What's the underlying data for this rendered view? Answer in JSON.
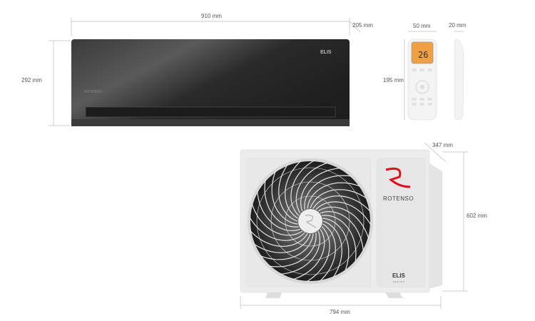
{
  "dimensions": {
    "indoor_width": "910 mm",
    "indoor_depth": "205 mm",
    "indoor_height": "292 mm",
    "remote_width": "50 mm",
    "remote_depth": "20 mm",
    "remote_height": "195 mm",
    "outdoor_depth": "347 mm",
    "outdoor_height": "602 mm",
    "outdoor_width": "794 mm"
  },
  "branding": {
    "indoor_logo": "ELIS",
    "indoor_brand": "ROTENSO",
    "outdoor_brand": "ROTENSO",
    "outdoor_series": "ELIS",
    "series_sub": "SERIES",
    "remote_display": "26"
  },
  "colors": {
    "indoor_dark": "#2b2b2b",
    "outdoor_body": "#ececec",
    "brand_red": "#e0101a",
    "remote_screen": "#f0a040"
  }
}
